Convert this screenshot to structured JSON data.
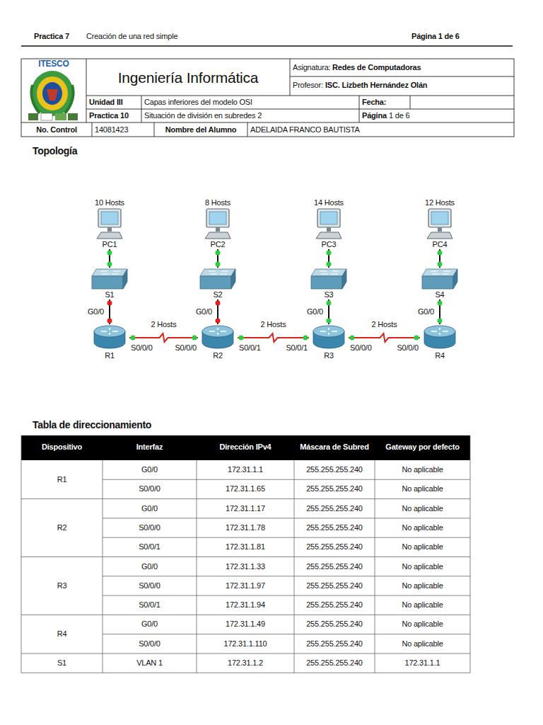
{
  "diagram": {
    "title": "Topología",
    "nodes": [
      {
        "text": [
          "10 Hosts",
          "PC1"
        ]
      },
      {
        "text": [
          "8 Hosts",
          "PC2"
        ]
      },
      {
        "text": [
          "14 Hosts",
          "PC3"
        ]
      },
      {
        "text": [
          "12 Hosts",
          "PC4"
        ]
      },
      {
        "text": [
          "S1"
        ]
      },
      {
        "text": [
          "S2"
        ]
      },
      {
        "text": [
          "S3"
        ]
      },
      {
        "text": [
          "S4"
        ]
      },
      {
        "text": [
          "R1"
        ]
      },
      {
        "text": [
          "R2"
        ]
      },
      {
        "text": [
          "R3"
        ]
      },
      {
        "text": [
          "R4"
        ]
      }
    ],
    "edges": [
      {
        "from": 0,
        "to": 4,
        "arrow": "none"
      },
      {
        "from": 1,
        "to": 5,
        "arrow": "none"
      },
      {
        "from": 2,
        "to": 6,
        "arrow": "none"
      },
      {
        "from": 3,
        "to": 7,
        "arrow": "none"
      },
      {
        "from": 4,
        "to": 8,
        "label": "G0/0",
        "arrow": "none"
      },
      {
        "from": 5,
        "to": 9,
        "label": "G0/0",
        "arrow": "none"
      },
      {
        "from": 6,
        "to": 10,
        "label": "G0/0",
        "arrow": "none"
      },
      {
        "from": 7,
        "to": 11,
        "label": "G0/0",
        "arrow": "none"
      },
      {
        "from": 8,
        "to": 9,
        "label": "2 Hosts",
        "arrow": "none"
      },
      {
        "from": 9,
        "to": 10,
        "label": "2 Hosts",
        "arrow": "none"
      },
      {
        "from": 10,
        "to": 11,
        "label": "2 Hosts",
        "arrow": "none"
      }
    ],
    "labels": [
      "Practica 7",
      "Creación de una red simple",
      "Página 1 de 6",
      "ITESCO",
      "Ingeniería Informática",
      "Asignatura:",
      "Redes de Computadoras",
      "Profesor:",
      "ISC. Lizbeth Hernández Olán",
      "Unidad III",
      "Capas inferiores del modelo OSI",
      "Fecha:",
      "Practica 10",
      "Situación de división en subredes 2",
      "Página",
      "1 de 6",
      "No. Control",
      "14081423",
      "Nombre del Alumno",
      "ADELAIDA FRANCO BAUTISTA",
      "Tabla de direccionamiento",
      "Dispositivo",
      "Interfaz",
      "Dirección IPv4",
      "Máscara de Subred",
      "Gateway por defecto",
      "R1",
      "R2",
      "R3",
      "R4",
      "S1",
      "G0/0",
      "172.31.1.1",
      "255.255.255.240",
      "No aplicable",
      "S0/0/0",
      "172.31.1.65",
      "255.255.255.240",
      "No aplicable",
      "G0/0",
      "172.31.1.17",
      "255.255.255.240",
      "No aplicable",
      "S0/0/0",
      "172.31.1.78",
      "255.255.255.240",
      "No aplicable",
      "S0/0/1",
      "172.31.1.81",
      "255.255.255.240",
      "No aplicable",
      "G0/0",
      "172.31.1.33",
      "255.255.255.240",
      "No aplicable",
      "S0/0/0",
      "172.31.1.97",
      "255.255.255.240",
      "No aplicable",
      "S0/0/1",
      "172.31.1.94",
      "255.255.255.240",
      "No aplicable",
      "G0/0",
      "172.31.1.49",
      "255.255.255.240",
      "No aplicable",
      "S0/0/0",
      "172.31.1.110",
      "255.255.255.240",
      "No aplicable",
      "VLAN 1",
      "172.31.1.2",
      "255.255.255.240",
      "172.31.1.1",
      "S0/0/0",
      "S0/0/0",
      "S0/0/1",
      "S0/0/1",
      "S0/0/0",
      "S0/0/0"
    ]
  }
}
